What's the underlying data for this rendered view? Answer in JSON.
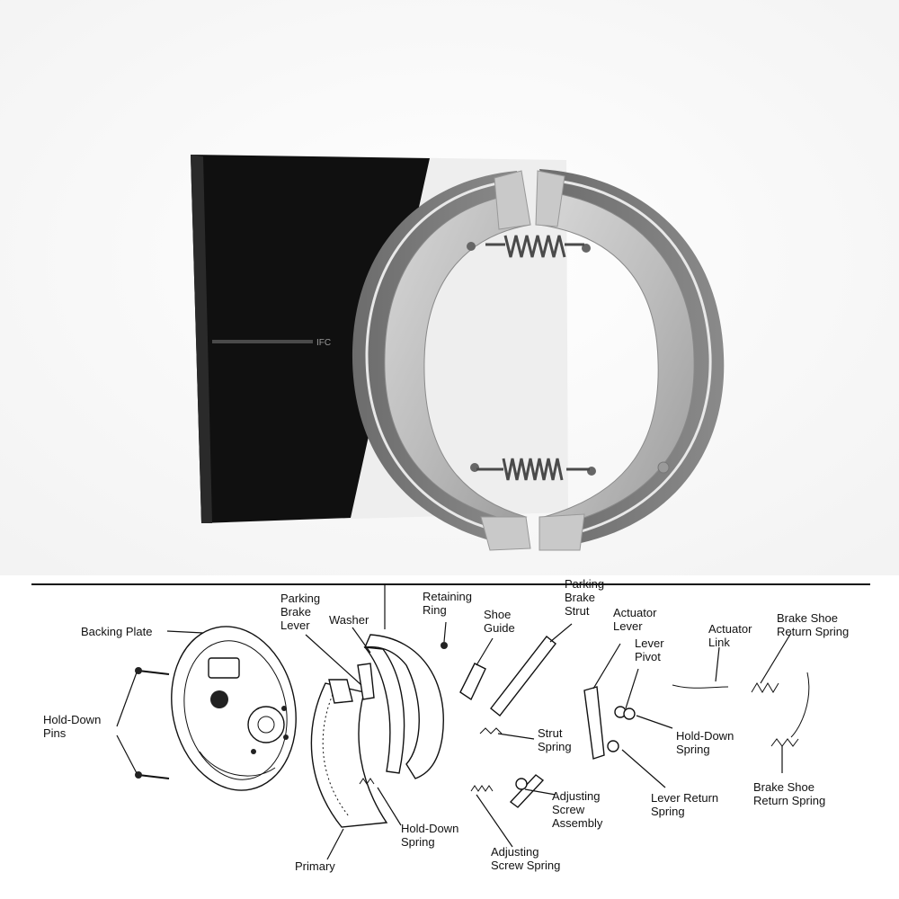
{
  "photo": {
    "box_text": "IFC"
  },
  "diagram": {
    "labels": {
      "backing_plate": "Backing Plate",
      "hold_down_pins": [
        "Hold-Down",
        "Pins"
      ],
      "parking_brake_lever": [
        "Parking",
        "Brake",
        "Lever"
      ],
      "washer": "Washer",
      "retaining_ring": [
        "Retaining",
        "Ring"
      ],
      "shoe_guide": [
        "Shoe",
        "Guide"
      ],
      "parking_brake_strut": [
        "Parking",
        "Brake",
        "Strut"
      ],
      "actuator_lever": [
        "Actuator",
        "Lever"
      ],
      "lever_pivot": [
        "Lever",
        "Pivot"
      ],
      "actuator_link": [
        "Actuator",
        "Link"
      ],
      "brake_shoe_return_spring_top": [
        "Brake Shoe",
        "Return Spring"
      ],
      "strut_spring": [
        "Strut",
        "Spring"
      ],
      "hold_down_spring_right": [
        "Hold-Down",
        "Spring"
      ],
      "adjusting_screw_assembly": [
        "Adjusting",
        "Screw",
        "Assembly"
      ],
      "lever_return_spring": [
        "Lever Return",
        "Spring"
      ],
      "brake_shoe_return_spring_bottom": [
        "Brake Shoe",
        "Return Spring"
      ],
      "hold_down_spring_left": [
        "Hold-Down",
        "Spring"
      ],
      "adjusting_screw_spring": [
        "Adjusting",
        "Screw Spring"
      ],
      "primary": "Primary"
    }
  }
}
